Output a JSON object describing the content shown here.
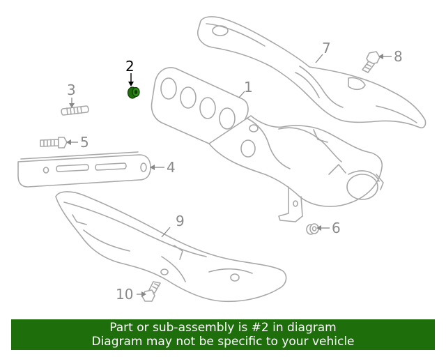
{
  "callouts": {
    "c1": "1",
    "c2": "2",
    "c3": "3",
    "c4": "4",
    "c5": "5",
    "c6": "6",
    "c7": "7",
    "c8": "8",
    "c9": "9",
    "c10": "10"
  },
  "highlight_color": "#1e6e0c",
  "banner": {
    "line1": "Part or sub-assembly is #2 in diagram",
    "line2": "Diagram may not be specific to your vehicle",
    "background": "#1e6e0c"
  }
}
